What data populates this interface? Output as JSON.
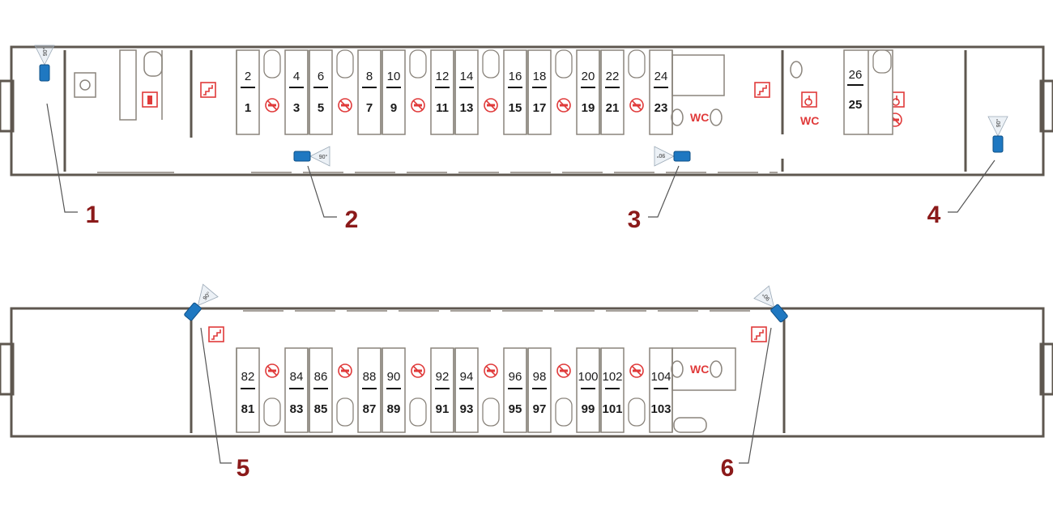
{
  "upper_car": {
    "compartments": [
      {
        "upper": [
          "2",
          "4"
        ],
        "lower": [
          "1",
          "3"
        ]
      },
      {
        "upper": [
          "6",
          "8"
        ],
        "lower": [
          "5",
          "7"
        ]
      },
      {
        "upper": [
          "10",
          "12"
        ],
        "lower": [
          "9",
          "11"
        ]
      },
      {
        "upper": [
          "14",
          "16"
        ],
        "lower": [
          "13",
          "15"
        ]
      },
      {
        "upper": [
          "18",
          "20"
        ],
        "lower": [
          "17",
          "19"
        ]
      },
      {
        "upper": [
          "22",
          "24"
        ],
        "lower": [
          "21",
          "23"
        ]
      }
    ],
    "extra_seats": {
      "upper": "26",
      "lower": "25"
    },
    "wc_labels": [
      "WC",
      "WC"
    ]
  },
  "lower_car": {
    "compartments": [
      {
        "upper": [
          "82",
          "84"
        ],
        "lower": [
          "81",
          "83"
        ]
      },
      {
        "upper": [
          "86",
          "88"
        ],
        "lower": [
          "85",
          "87"
        ]
      },
      {
        "upper": [
          "90",
          "92"
        ],
        "lower": [
          "89",
          "91"
        ]
      },
      {
        "upper": [
          "94",
          "96"
        ],
        "lower": [
          "93",
          "95"
        ]
      },
      {
        "upper": [
          "98",
          "100"
        ],
        "lower": [
          "97",
          "99"
        ]
      },
      {
        "upper": [
          "102",
          "104"
        ],
        "lower": [
          "101",
          "103"
        ]
      }
    ],
    "wc_labels": [
      "WC"
    ]
  },
  "cameras": [
    {
      "label": "1",
      "angle": "90°"
    },
    {
      "label": "2",
      "angle": "90°"
    },
    {
      "label": "3",
      "angle": "90°"
    },
    {
      "label": "4",
      "angle": "90°"
    },
    {
      "label": "5",
      "angle": "90°"
    },
    {
      "label": "6",
      "angle": "90°"
    }
  ],
  "colors": {
    "wall": "#5e574f",
    "accent_red": "#e03a3a",
    "callout": "#8b1a1a",
    "camera": "#1f78c1"
  },
  "icons": [
    "no-smoking-icon",
    "stairs-icon",
    "fire-extinguisher-icon",
    "wheelchair-icon",
    "wc-toilet-icon",
    "camera-icon"
  ]
}
